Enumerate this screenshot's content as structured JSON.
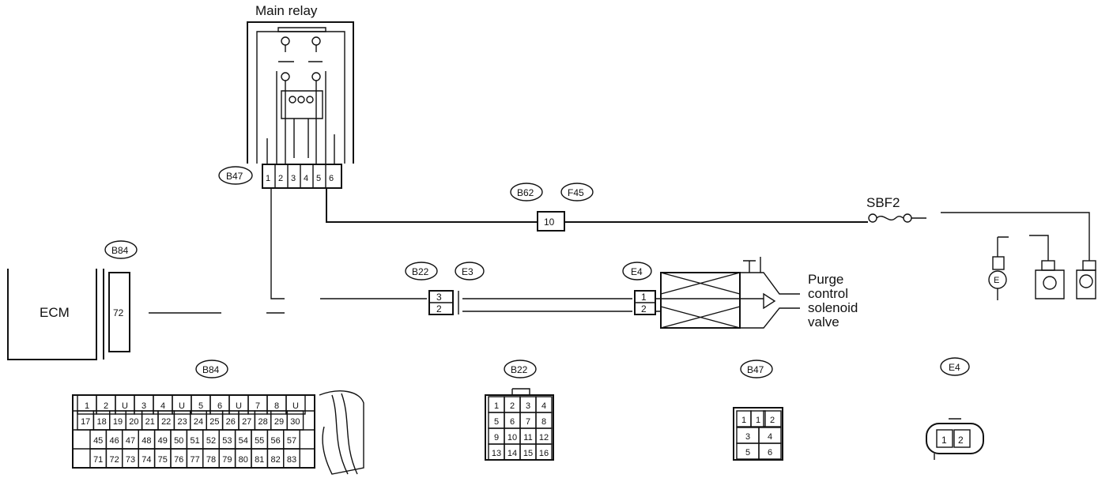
{
  "main_relay_label": "Main relay",
  "ecm_label": "ECM",
  "ecm_pin": "72",
  "purge_label_line1": "Purge",
  "purge_label_line2": "control",
  "purge_label_line3": "solenoid",
  "purge_label_line4": "valve",
  "fuse_label": "SBF2",
  "top_connectors": {
    "b47": "B47",
    "b84": "B84",
    "b62": "B62",
    "f45": "F45",
    "b22": "B22",
    "e3": "E3",
    "e4": "E4"
  },
  "inline_pins": {
    "b62_f45": "10",
    "b22_upper": "3",
    "b22_lower": "2",
    "e4_upper": "1",
    "e4_lower": "2",
    "b47_pins": [
      "1",
      "2",
      "3",
      "4",
      "5",
      "6"
    ]
  },
  "bottom_connector_titles": {
    "b84": "B84",
    "b22": "B22",
    "b47": "B47",
    "e4": "E4"
  },
  "b84_face": {
    "row1": [
      "1",
      "2",
      "U",
      "3",
      "4",
      "U",
      "5",
      "6",
      "U",
      "7",
      "8",
      "U"
    ],
    "row2": [
      "17",
      "18",
      "19",
      "20",
      "21",
      "22",
      "23",
      "24",
      "25",
      "26",
      "27",
      "28",
      "29",
      "30"
    ],
    "row3": [
      "45",
      "46",
      "47",
      "48",
      "49",
      "50",
      "51",
      "52",
      "53",
      "54",
      "55",
      "56",
      "57"
    ],
    "row4": [
      "71",
      "72",
      "73",
      "74",
      "75",
      "76",
      "77",
      "78",
      "79",
      "80",
      "81",
      "82",
      "83"
    ]
  },
  "b22_face": {
    "rows": [
      [
        "1",
        "2",
        "3",
        "4"
      ],
      [
        "5",
        "6",
        "7",
        "8"
      ],
      [
        "9",
        "10",
        "11",
        "12"
      ],
      [
        "13",
        "14",
        "15",
        "16"
      ]
    ]
  },
  "b47_face": {
    "rows": [
      [
        "1",
        "1",
        "2"
      ],
      [
        "3",
        "4"
      ],
      [
        "5",
        "6"
      ]
    ]
  },
  "e4_face": {
    "pins": [
      "1",
      "2"
    ]
  }
}
